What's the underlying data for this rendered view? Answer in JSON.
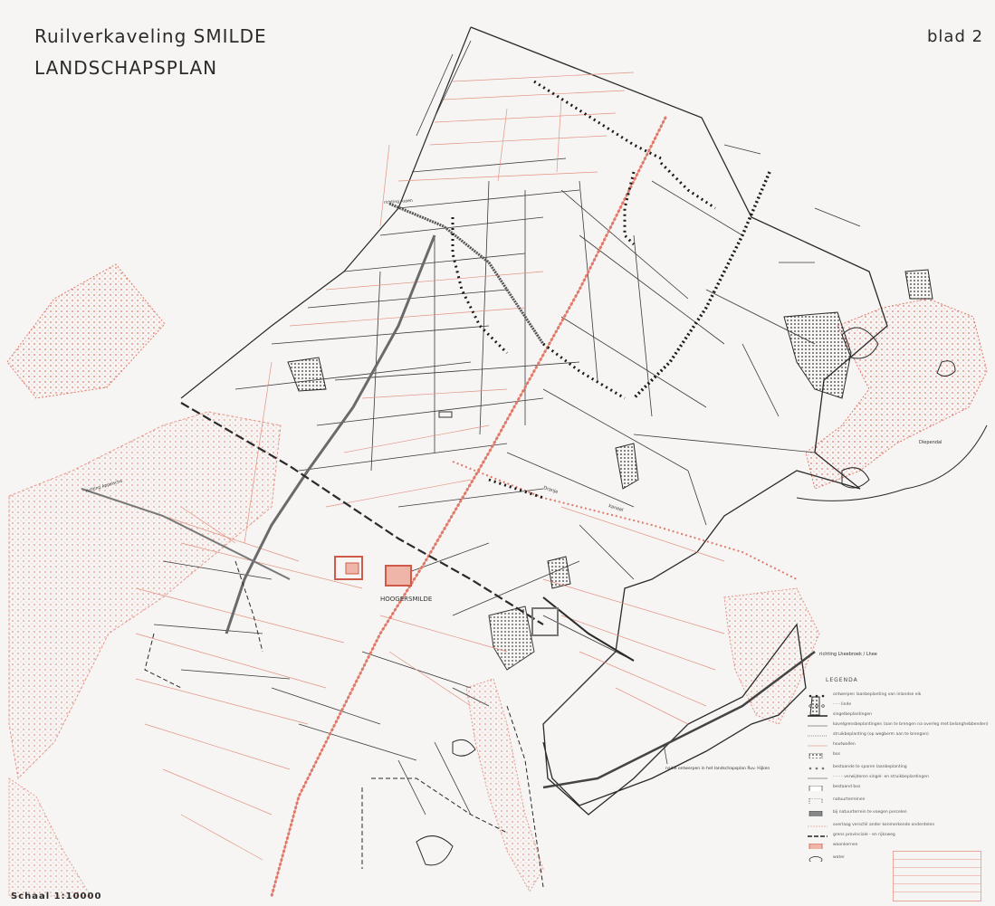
{
  "map": {
    "title_line1": "Ruilverkaveling SMILDE",
    "title_line2": "LANDSCHAPSPLAN",
    "sheet": "blad 2",
    "scale": "Schaal 1:10000",
    "places": {
      "hoogersmilde": "HOOGERSMILDE",
      "diependal": "Diependal",
      "kanaal": "kanaal",
      "dranje": "Dranje",
      "richting_appelscha": "richting Appelscha",
      "richting_assen": "richting Assen",
      "richting_lheebroek": "richting Lheebroek / Lhee",
      "hijken_note": "nadie ontwerpen in het landschapsplan Ruv. Hijken"
    },
    "colors": {
      "red": "#e07a6a",
      "black": "#2a2a2a",
      "paper": "#f6f5f3"
    }
  },
  "legend": {
    "title": "LEGENDA",
    "items": [
      {
        "label": "ontwerpen laanbeplanting van inlandse eik"
      },
      {
        "label": "-  -  -  linde"
      },
      {
        "label": "singelbeplantingen"
      },
      {
        "label": "kavelgrensbeplantingen (aan te brengen na overleg met belanghebbenden)"
      },
      {
        "label": "struikbeplanting (op wegberm aan te brengen)"
      },
      {
        "label": "houtwallen"
      },
      {
        "label": "bos"
      },
      {
        "label": "bestaande te sparen laanbeplanting"
      },
      {
        "label": "-  -  -  -  verwijderen singel- en struikbeplantingen"
      },
      {
        "label": "bestaand bos"
      },
      {
        "label": "natuurterreinen"
      },
      {
        "label": "bij natuurterrein te voegen percelen"
      },
      {
        "label": "overlaag verschil ander kenmerkende onderdelen"
      },
      {
        "label": "grens provinciale - en rijksweg"
      },
      {
        "label": "woonkernen"
      },
      {
        "label": "water"
      }
    ]
  }
}
